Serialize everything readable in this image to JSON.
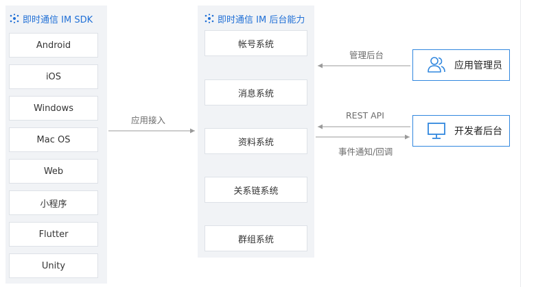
{
  "sdk_panel": {
    "title": "即时通信 IM SDK",
    "items": [
      "Android",
      "iOS",
      "Windows",
      "Mac OS",
      "Web",
      "小程序",
      "Flutter",
      "Unity"
    ]
  },
  "backend_panel": {
    "title": "即时通信 IM 后台能力",
    "items": [
      "帐号系统",
      "消息系统",
      "资料系统",
      "关系链系统",
      "群组系统"
    ]
  },
  "edges": {
    "access": "应用接入",
    "admin": "管理后台",
    "rest": "REST API",
    "callback": "事件通知/回调"
  },
  "roles": {
    "admin": "应用管理员",
    "developer": "开发者后台"
  },
  "colors": {
    "accent": "#2f86de",
    "title_blue": "#1f6fd6",
    "panel_bg": "#f1f3f6",
    "arrow": "#9a9a9a"
  }
}
